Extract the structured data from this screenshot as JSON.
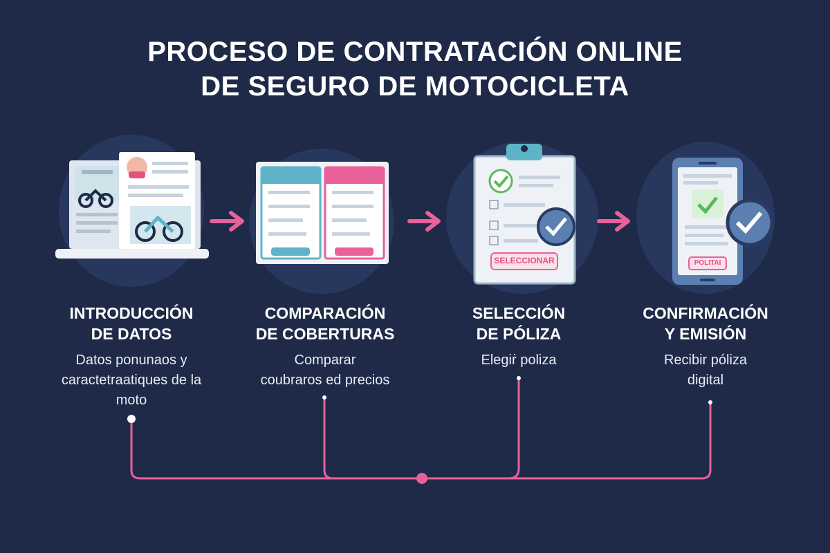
{
  "title_line1": "PROCESO DE CONTRATACIÓN ONLINE",
  "title_line2": "DE SEGURO DE MOTOCICLETA",
  "colors": {
    "background": "#1e2a48",
    "accent_pink": "#e8619a",
    "accent_teal": "#5fb3c9",
    "check_green": "#5cb85c"
  },
  "steps": [
    {
      "title_line1": "INTRODUCCIÓN",
      "title_line2": "DE DATOS",
      "desc": [
        "Datos ponunaos y",
        "caractetraatiques de la",
        "moto"
      ],
      "icon": "laptop-motorcycle-form-icon"
    },
    {
      "title_line1": "COMPARACIÓN",
      "title_line2": "DE COBERTURAS",
      "desc": [
        "Comparar",
        "coubraros ed precios"
      ],
      "icon": "coverage-comparison-icon"
    },
    {
      "title_line1": "SELECCIÓN",
      "title_line2": "DE PÓLIZA",
      "desc": [
        "Elegiṙ poliza"
      ],
      "icon": "clipboard-check-icon",
      "button": "SELECCIONAR"
    },
    {
      "title_line1": "CONFIRMACIÓN",
      "title_line2": "Y EMISIÓN",
      "desc": [
        "Recibir póliza",
        "digital"
      ],
      "icon": "phone-check-icon",
      "button": "POLITAI"
    }
  ]
}
